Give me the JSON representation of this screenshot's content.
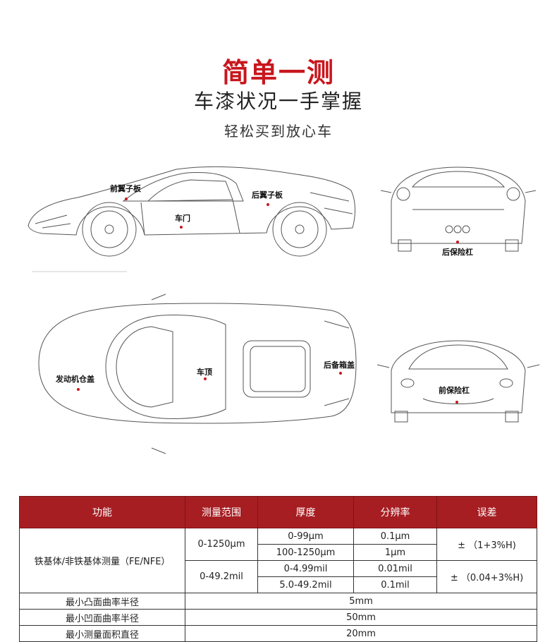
{
  "heading": {
    "title": "简单一测",
    "subtitle": "车漆状况一手掌握",
    "tagline": "轻松买到放心车"
  },
  "diagram_labels": {
    "front_fender": "前翼子板",
    "rear_fender": "后翼子板",
    "door": "车门",
    "rear_bumper": "后保险杠",
    "hood": "发动机仓盖",
    "roof": "车顶",
    "trunk": "后备箱盖",
    "front_bumper": "前保险杠"
  },
  "colors": {
    "accent": "#c8161d",
    "table_header": "#a61e22"
  },
  "table": {
    "headers": [
      "功能",
      "测量范围",
      "厚度",
      "分辨率",
      "误差"
    ],
    "fe_label": "铁基体/非铁基体测量（FE/NFE）",
    "range_um": "0-1250μm",
    "range_mil": "0-49.2mil",
    "thickness": [
      "0-99μm",
      "100-1250μm",
      "0-4.99mil",
      "5.0-49.2mil"
    ],
    "resolution": [
      "0.1μm",
      "1μm",
      "0.01mil",
      "0.1mil"
    ],
    "error_um": "± （1+3%H)",
    "error_mil": "± （0.04+3%H)",
    "rows": [
      {
        "label": "最小凸面曲率半径",
        "value": "5mm"
      },
      {
        "label": "最小凹面曲率半径",
        "value": "50mm"
      },
      {
        "label": "最小测量面积直径",
        "value": "20mm"
      }
    ]
  }
}
